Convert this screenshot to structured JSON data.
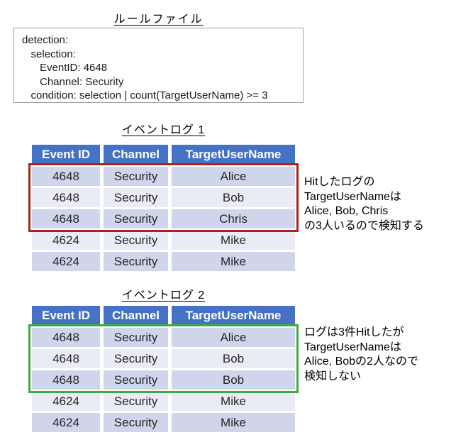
{
  "colors": {
    "header_bg": "#4472c4",
    "row_dark": "#cfd5ea",
    "row_light": "#e9ebf5",
    "hit_red": "#ae2318",
    "hit_green": "#41a841"
  },
  "rule_file": {
    "title": "ルールファイル",
    "lines": [
      "detection:",
      "   selection:",
      "      EventID: 4648",
      "      Channel: Security",
      "   condition: selection | count(TargetUserName) >= 3"
    ]
  },
  "table_columns": [
    "Event ID",
    "Channel",
    "TargetUserName"
  ],
  "log1": {
    "title": "イベントログ 1",
    "rows": [
      [
        "4648",
        "Security",
        "Alice"
      ],
      [
        "4648",
        "Security",
        "Bob"
      ],
      [
        "4648",
        "Security",
        "Chris"
      ],
      [
        "4624",
        "Security",
        "Mike"
      ],
      [
        "4624",
        "Security",
        "Mike"
      ]
    ],
    "note": "Hitしたログの\nTargetUserNameは\nAlice, Bob, Chris\nの3人いるので検知する"
  },
  "log2": {
    "title": "イベントログ 2",
    "rows": [
      [
        "4648",
        "Security",
        "Alice"
      ],
      [
        "4648",
        "Security",
        "Bob"
      ],
      [
        "4648",
        "Security",
        "Bob"
      ],
      [
        "4624",
        "Security",
        "Mike"
      ],
      [
        "4624",
        "Security",
        "Mike"
      ]
    ],
    "note": "ログは3件Hitしたが\nTargetUserNameは\nAlice, Bobの2人なので\n検知しない"
  }
}
